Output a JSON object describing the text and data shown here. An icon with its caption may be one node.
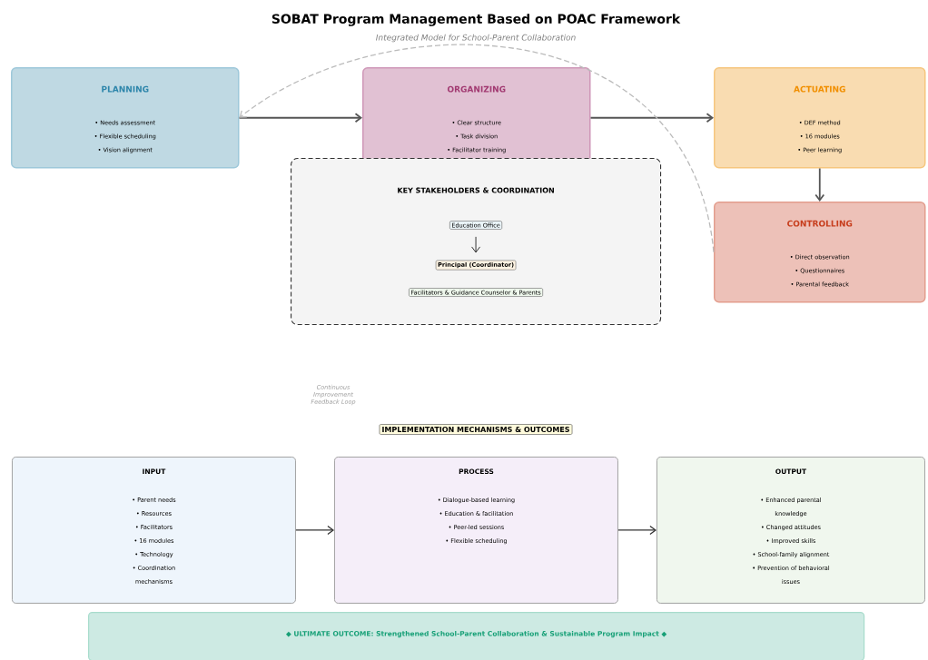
{
  "diagram": {
    "title": "SOBAT Program Management Based on POAC Framework",
    "nodes": [
      {
        "text": [
          "PLANNING",
          "• Needs assessment",
          "• Flexible scheduling",
          "• Vision alignment"
        ]
      },
      {
        "text": [
          "ORGANIZING",
          "• Clear structure",
          "• Task division",
          "• Facilitator training"
        ]
      },
      {
        "text": [
          "ACTUATING",
          "• DEF method",
          "• 16 modules",
          "• Peer learning"
        ]
      },
      {
        "text": [
          "CONTROLLING",
          "• Direct observation",
          "• Questionnaires",
          "• Parental feedback"
        ]
      },
      {
        "text": [
          "KEY STAKEHOLDERS & COORDINATION"
        ]
      },
      {
        "text": [
          "Education Office"
        ],
        "in": 4
      },
      {
        "text": [
          "Principal (Coordinator)"
        ],
        "in": 4
      },
      {
        "text": [
          "Facilitators & Guidance Counselor & Parents"
        ],
        "in": 4
      },
      {
        "text": [
          "IMPLEMENTATION MECHANISMS & OUTCOMES"
        ]
      },
      {
        "text": [
          "INPUT",
          "• Parent needs",
          "• Resources",
          "• Facilitators",
          "• 16 modules",
          "• Technology",
          "• Coordination mechanisms"
        ]
      },
      {
        "text": [
          "PROCESS",
          "• Dialogue-based learning",
          "• Education & facilitation",
          "• Peer-led sessions",
          "• Flexible scheduling"
        ]
      },
      {
        "text": [
          "OUTPUT",
          "• Enhanced parental knowledge",
          "• Changed attitudes",
          "• Improved skills",
          "• School-family alignment",
          "• Prevention of behavioral issues"
        ]
      },
      {
        "text": [
          "◆ ULTIMATE OUTCOME: Strengthened School-Parent Collaboration & Sustainable Program Impact ◆"
        ]
      }
    ],
    "edges": [
      {
        "from": 0,
        "to": 1,
        "arrow": "to"
      },
      {
        "from": 1,
        "to": 2,
        "arrow": "to"
      },
      {
        "from": 2,
        "to": 3,
        "arrow": "to"
      },
      {
        "from": 3,
        "to": 0,
        "arrow": "to",
        "style": "dashed",
        "color": "#bbbbbb"
      },
      {
        "from": 5,
        "to": 6,
        "arrow": "to",
        "color": "#000000"
      },
      {
        "from": 9,
        "to": 10,
        "arrow": "to"
      },
      {
        "from": 10,
        "to": 11,
        "arrow": "to"
      }
    ],
    "labels": [
      "Integrated Model for School-Parent Collaboration",
      "Continuous Improvement Feedback Loop"
    ]
  }
}
